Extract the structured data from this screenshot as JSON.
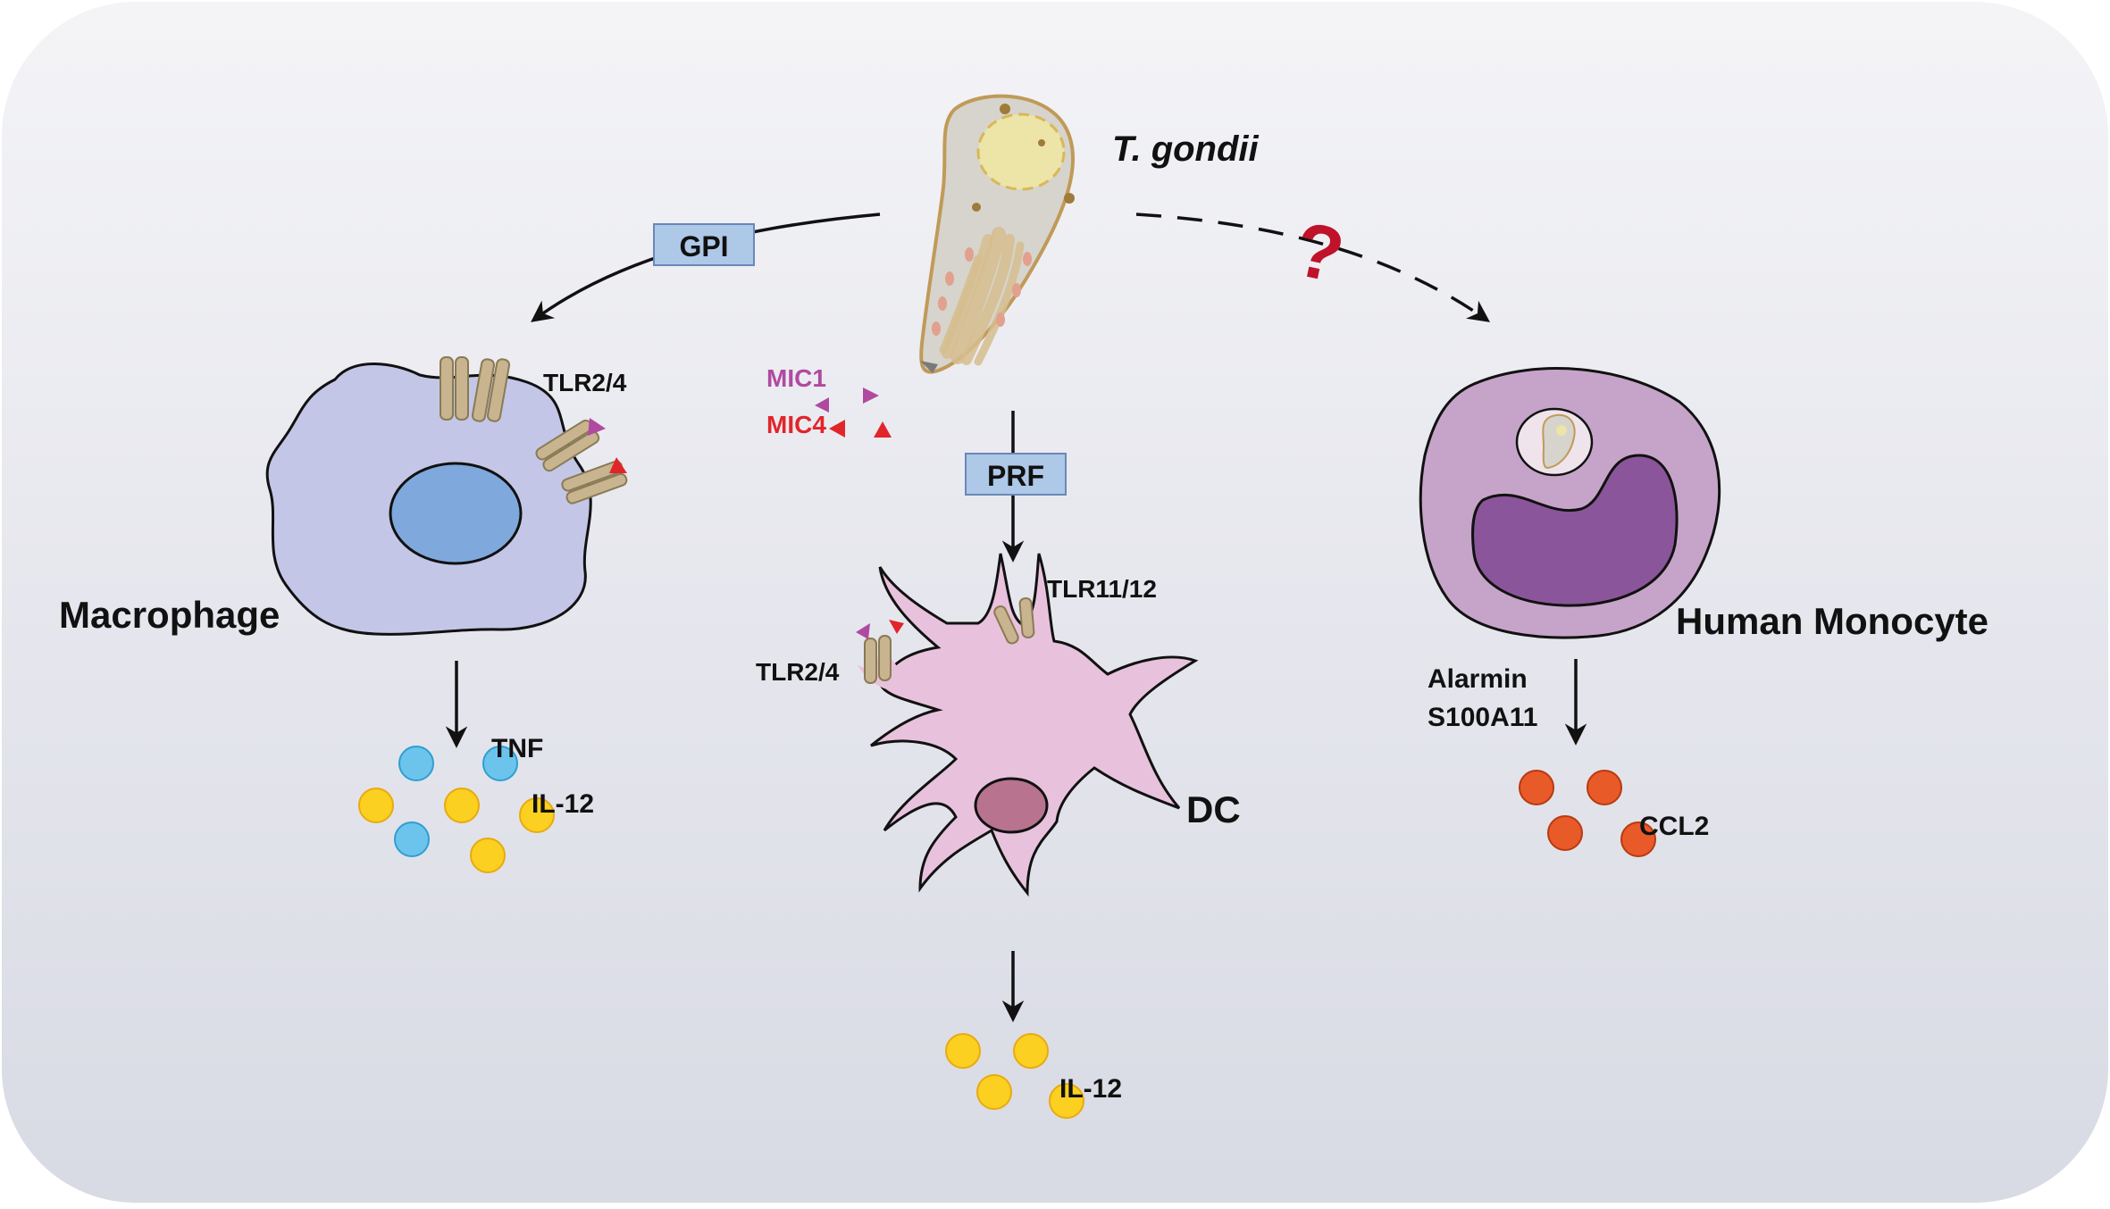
{
  "organism": {
    "name": "T. gondii"
  },
  "ligands": {
    "gpi": "GPI",
    "prf": "PRF",
    "mic1": "MIC1",
    "mic4": "MIC4",
    "unknown_mark": "?"
  },
  "macrophage": {
    "title": "Macrophage",
    "receptor": "TLR2/4",
    "outputs": [
      "TNF",
      "IL-12"
    ]
  },
  "dc": {
    "title": "DC",
    "receptor_left": "TLR2/4",
    "receptor_right": "TLR11/12",
    "outputs": [
      "IL-12"
    ]
  },
  "monocyte": {
    "title": "Human Monocyte",
    "mediator_line1": "Alarmin",
    "mediator_line2": "S100A11",
    "outputs": [
      "CCL2"
    ]
  },
  "colors": {
    "background_top": "#f4f4f7",
    "background_bottom": "#d9dbe5",
    "label_box": "#aec8e8",
    "tnf": "#6cc4ec",
    "il12": "#fcd020",
    "ccl2": "#e85a28",
    "mic1": "#b04aa0",
    "mic4": "#e0262a",
    "question": "#c0122a",
    "macrophage": "#c3c6e6",
    "macrophage_nucleus": "#7fa8dc",
    "dc": "#e8c2dc",
    "dc_nucleus": "#b8738e",
    "monocyte": "#c6a4c9",
    "monocyte_nucleus": "#8a559a",
    "receptor": "#c8b48e",
    "parasite": "#d6d4cc",
    "parasite_outline": "#c09a58"
  }
}
